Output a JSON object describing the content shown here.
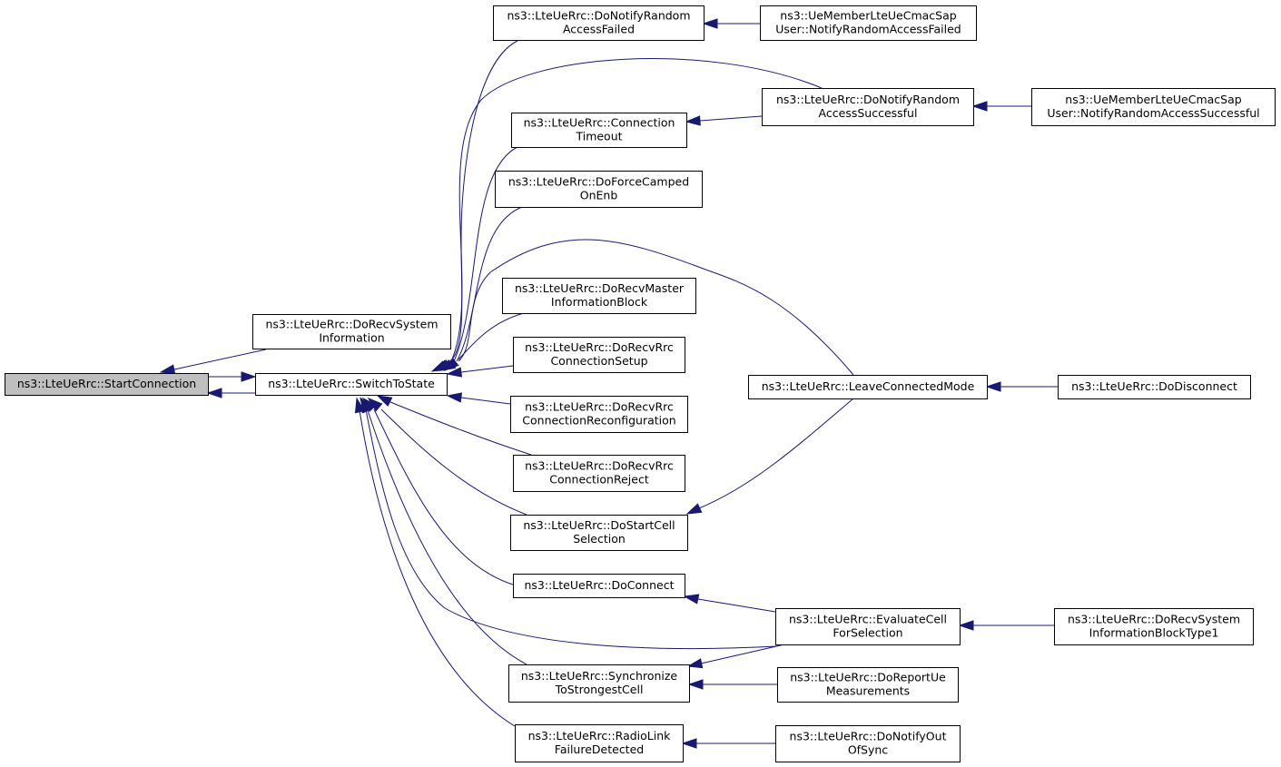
{
  "colors": {
    "edge": "#191970",
    "root_fill": "#bfbfbf",
    "node_fill": "#ffffff"
  },
  "nodes": [
    {
      "id": "start",
      "lines": [
        "ns3::LteUeRrc::StartConnection"
      ],
      "root": true
    },
    {
      "id": "switch",
      "lines": [
        "ns3::LteUeRrc::SwitchToState"
      ]
    },
    {
      "id": "sysinfo",
      "lines": [
        "ns3::LteUeRrc::DoRecvSystem",
        "Information"
      ]
    },
    {
      "id": "raf",
      "lines": [
        "ns3::LteUeRrc::DoNotifyRandom",
        "AccessFailed"
      ]
    },
    {
      "id": "cmac_raf",
      "lines": [
        "ns3::UeMemberLteUeCmacSap",
        "User::NotifyRandomAccessFailed"
      ]
    },
    {
      "id": "ras",
      "lines": [
        "ns3::LteUeRrc::DoNotifyRandom",
        "AccessSuccessful"
      ]
    },
    {
      "id": "cmac_ras",
      "lines": [
        "ns3::UeMemberLteUeCmacSap",
        "User::NotifyRandomAccessSuccessful"
      ]
    },
    {
      "id": "conntimeout",
      "lines": [
        "ns3::LteUeRrc::Connection",
        "Timeout"
      ]
    },
    {
      "id": "forcecamped",
      "lines": [
        "ns3::LteUeRrc::DoForceCamped",
        "OnEnb"
      ]
    },
    {
      "id": "mib",
      "lines": [
        "ns3::LteUeRrc::DoRecvMaster",
        "InformationBlock"
      ]
    },
    {
      "id": "connsetup",
      "lines": [
        "ns3::LteUeRrc::DoRecvRrc",
        "ConnectionSetup"
      ]
    },
    {
      "id": "connreconf",
      "lines": [
        "ns3::LteUeRrc::DoRecvRrc",
        "ConnectionReconfiguration"
      ]
    },
    {
      "id": "connreject",
      "lines": [
        "ns3::LteUeRrc::DoRecvRrc",
        "ConnectionReject"
      ]
    },
    {
      "id": "startcell",
      "lines": [
        "ns3::LteUeRrc::DoStartCell",
        "Selection"
      ]
    },
    {
      "id": "doconnect",
      "lines": [
        "ns3::LteUeRrc::DoConnect"
      ]
    },
    {
      "id": "sync",
      "lines": [
        "ns3::LteUeRrc::Synchronize",
        "ToStrongestCell"
      ]
    },
    {
      "id": "rlf",
      "lines": [
        "ns3::LteUeRrc::RadioLink",
        "FailureDetected"
      ]
    },
    {
      "id": "leave",
      "lines": [
        "ns3::LteUeRrc::LeaveConnectedMode"
      ]
    },
    {
      "id": "disconnect",
      "lines": [
        "ns3::LteUeRrc::DoDisconnect"
      ]
    },
    {
      "id": "evalcell",
      "lines": [
        "ns3::LteUeRrc::EvaluateCell",
        "ForSelection"
      ]
    },
    {
      "id": "sib1",
      "lines": [
        "ns3::LteUeRrc::DoRecvSystem",
        "InformationBlockType1"
      ]
    },
    {
      "id": "reportue",
      "lines": [
        "ns3::LteUeRrc::DoReportUe",
        "Measurements"
      ]
    },
    {
      "id": "outofsync",
      "lines": [
        "ns3::LteUeRrc::DoNotifyOut",
        "OfSync"
      ]
    }
  ],
  "edges": [
    {
      "from": "start",
      "to": "switch"
    },
    {
      "from": "switch",
      "to": "start"
    },
    {
      "from": "sysinfo",
      "to": "start"
    },
    {
      "from": "raf",
      "to": "switch"
    },
    {
      "from": "ras",
      "to": "switch"
    },
    {
      "from": "conntimeout",
      "to": "switch"
    },
    {
      "from": "forcecamped",
      "to": "switch"
    },
    {
      "from": "leave",
      "to": "switch"
    },
    {
      "from": "mib",
      "to": "switch"
    },
    {
      "from": "connsetup",
      "to": "switch"
    },
    {
      "from": "connreconf",
      "to": "switch"
    },
    {
      "from": "connreject",
      "to": "switch"
    },
    {
      "from": "startcell",
      "to": "switch"
    },
    {
      "from": "doconnect",
      "to": "switch"
    },
    {
      "from": "evalcell",
      "to": "switch"
    },
    {
      "from": "sync",
      "to": "switch"
    },
    {
      "from": "rlf",
      "to": "switch"
    },
    {
      "from": "cmac_raf",
      "to": "raf"
    },
    {
      "from": "cmac_ras",
      "to": "ras"
    },
    {
      "from": "ras",
      "to": "conntimeout"
    },
    {
      "from": "disconnect",
      "to": "leave"
    },
    {
      "from": "startcell",
      "to": "leave"
    },
    {
      "from": "evalcell",
      "to": "doconnect"
    },
    {
      "from": "evalcell",
      "to": "sync"
    },
    {
      "from": "sib1",
      "to": "evalcell"
    },
    {
      "from": "reportue",
      "to": "sync"
    },
    {
      "from": "outofsync",
      "to": "rlf"
    }
  ]
}
